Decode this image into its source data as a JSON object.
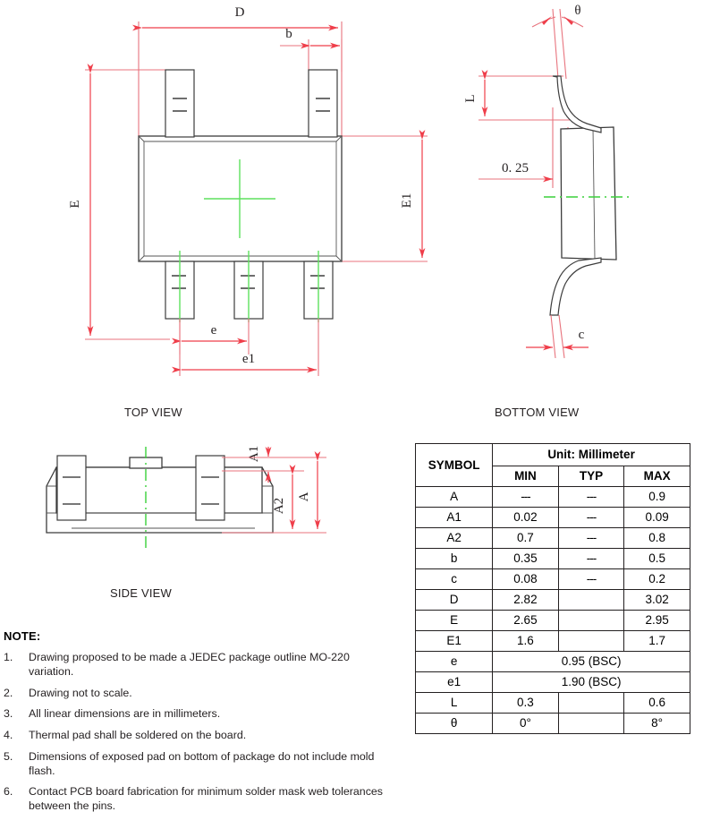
{
  "views": {
    "top": {
      "label": "TOP VIEW",
      "dimensions": {
        "D": "D",
        "b": "b",
        "E": "E",
        "E1": "E1",
        "e": "e",
        "e1": "e1"
      }
    },
    "bottom": {
      "label": "BOTTOM VIEW",
      "dimensions": {
        "theta": "θ",
        "L": "L",
        "offset": "0. 25",
        "c": "c"
      }
    },
    "side": {
      "label": "SIDE VIEW",
      "dimensions": {
        "A1": "A1",
        "A2": "A2",
        "A": "A"
      }
    }
  },
  "table": {
    "header": {
      "symbol": "SYMBOL",
      "unit": "Unit: Millimeter",
      "min": "MIN",
      "typ": "TYP",
      "max": "MAX"
    },
    "rows": [
      {
        "symbol": "A",
        "min": "---",
        "typ": "---",
        "max": "0.9",
        "span": false
      },
      {
        "symbol": "A1",
        "min": "0.02",
        "typ": "---",
        "max": "0.09",
        "span": false
      },
      {
        "symbol": "A2",
        "min": "0.7",
        "typ": "---",
        "max": "0.8",
        "span": false
      },
      {
        "symbol": "b",
        "min": "0.35",
        "typ": "---",
        "max": "0.5",
        "span": false
      },
      {
        "symbol": "c",
        "min": "0.08",
        "typ": "---",
        "max": "0.2",
        "span": false
      },
      {
        "symbol": "D",
        "min": "2.82",
        "typ": "",
        "max": "3.02",
        "span": false
      },
      {
        "symbol": "E",
        "min": "2.65",
        "typ": "",
        "max": "2.95",
        "span": false
      },
      {
        "symbol": "E1",
        "min": "1.6",
        "typ": "",
        "max": "1.7",
        "span": false
      },
      {
        "symbol": "e",
        "spanned": "0.95 (BSC)",
        "span": true
      },
      {
        "symbol": "e1",
        "spanned": "1.90 (BSC)",
        "span": true
      },
      {
        "symbol": "L",
        "min": "0.3",
        "typ": "",
        "max": "0.6",
        "span": false
      },
      {
        "symbol": "θ",
        "min": "0°",
        "typ": "",
        "max": "8°",
        "span": false
      }
    ]
  },
  "notes": {
    "title": "NOTE:",
    "items": [
      {
        "num": "1.",
        "text": "Drawing proposed to be made a JEDEC package outline MO-220 variation."
      },
      {
        "num": "2.",
        "text": "Drawing not to scale."
      },
      {
        "num": "3.",
        "text": "All linear dimensions are in millimeters."
      },
      {
        "num": "4.",
        "text": "Thermal pad shall be soldered on the board."
      },
      {
        "num": "5.",
        "text": "Dimensions of exposed pad on bottom of package do not include mold flash."
      },
      {
        "num": "6.",
        "text": "Contact PCB board fabrication for minimum solder mask web tolerances between the pins."
      }
    ]
  },
  "colors": {
    "dimension_red": "#ef3e4a",
    "dimension_red_soft": "#e8737d",
    "outline_gray": "#3c3c3c",
    "centerline_green": "#3ad13a",
    "text_black": "#231f20"
  }
}
